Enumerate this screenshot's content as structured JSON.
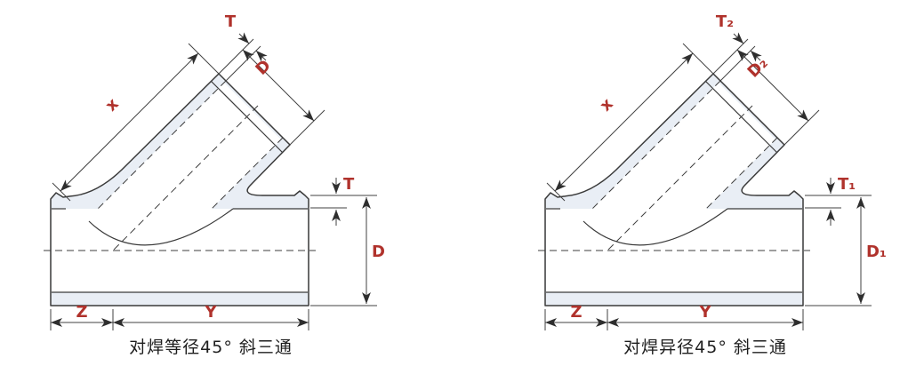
{
  "figure": {
    "left": {
      "caption": "对焊等径45° 斜三通",
      "labels": {
        "branch_length": "x",
        "branch_wall": "T",
        "branch_od": "D",
        "run_wall": "T",
        "run_od": "D",
        "z": "Z",
        "y": "Y"
      }
    },
    "right": {
      "caption": "对焊异径45° 斜三通",
      "labels": {
        "branch_length": "x",
        "branch_wall": "T₂",
        "branch_od": "D₂",
        "run_wall": "T₁",
        "run_od": "D₁",
        "z": "Z",
        "y": "Y"
      }
    },
    "colors": {
      "dimension_label": "#b0322c",
      "line": "#3a3a3a",
      "body_fill": "#e9eef5"
    }
  }
}
